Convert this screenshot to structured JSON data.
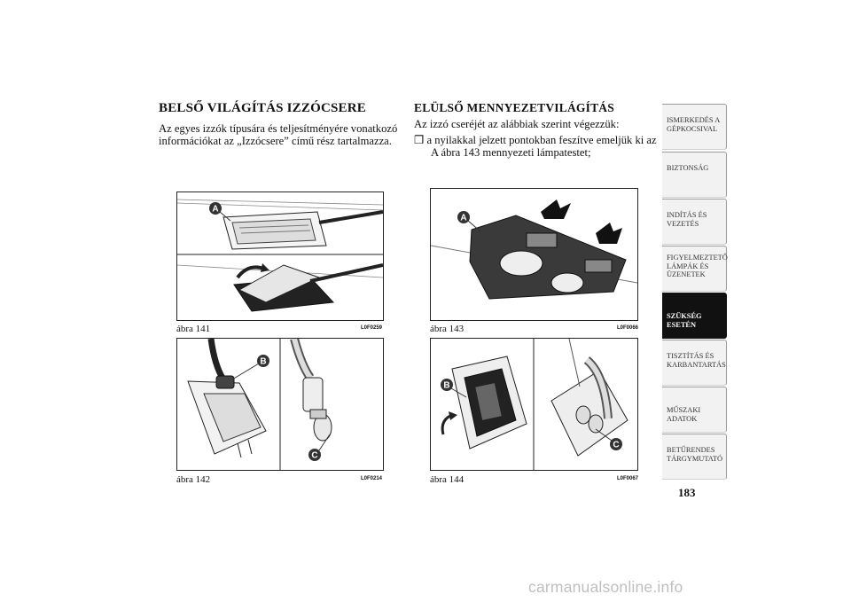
{
  "left": {
    "title": "BELSŐ VILÁGÍTÁS IZZÓCSERE",
    "para_line1": "Az egyes izzók típusára és teljesítményére vonatkozó",
    "para_line2": "információkat az „Izzócsere” című rész tartalmazza."
  },
  "right": {
    "title": "ELÜLSŐ MENNYEZETVILÁGÍTÁS",
    "para": "Az izzó cseréjét az alábbiak szerint végezzük:",
    "bullet": "❒",
    "bullet_line1": "a nyilakkal jelzett pontokban feszítve emeljük ki az",
    "bullet_line2": "A ábra 143 mennyezeti lámpatestet;"
  },
  "figures": {
    "f141": {
      "caption": "ábra 141",
      "code": "L0F0259",
      "labels": [
        "A"
      ]
    },
    "f142": {
      "caption": "ábra 142",
      "code": "L0F0214",
      "labels": [
        "B",
        "C"
      ]
    },
    "f143": {
      "caption": "ábra 143",
      "code": "L0F0066",
      "labels": [
        "A"
      ]
    },
    "f144": {
      "caption": "ábra 144",
      "code": "L0F0067",
      "labels": [
        "B",
        "C"
      ]
    }
  },
  "tabs": [
    {
      "label": "ISMERKEDÉS A\nGÉPKOCSIVAL",
      "active": false
    },
    {
      "label": "BIZTONSÁG",
      "active": false
    },
    {
      "label": "INDÍTÁS ÉS\nVEZETÉS",
      "active": false
    },
    {
      "label": "FIGYELMEZTETŐ\nLÁMPÁK ÉS\nÜZENETEK",
      "active": false
    },
    {
      "label": "SZÜKSÉG ESETÉN",
      "active": true
    },
    {
      "label": "TISZTÍTÁS ÉS\nKARBANTARTÁS",
      "active": false
    },
    {
      "label": "MŰSZAKI ADATOK",
      "active": false
    },
    {
      "label": "BETŰRENDES\nTÁRGYMUTATÓ",
      "active": false
    }
  ],
  "page_number": "183",
  "watermark": "carmanualsonline.info",
  "colors": {
    "active_tab": "#111111",
    "tab_bg": "#f2f2f2",
    "callout": "#333333"
  }
}
